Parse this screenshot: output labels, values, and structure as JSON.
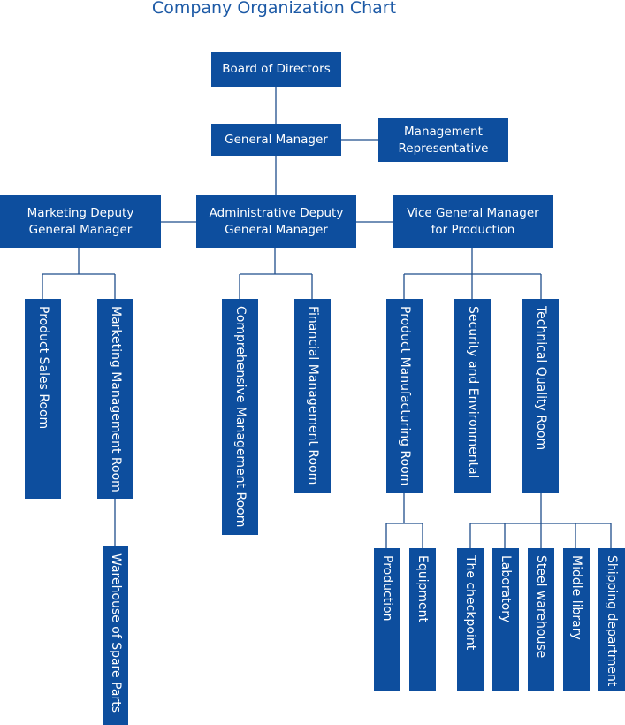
{
  "title": "Company Organization Chart",
  "board": "Board of Directors",
  "general_manager": "General Manager",
  "management_representative": "Management Representative",
  "marketing_deputy": "Marketing Deputy General Manager",
  "admin_deputy": "Administrative Deputy General Manager",
  "vice_production": "Vice General Manager for Production",
  "product_sales_room": "Product Sales Room",
  "marketing_management_room": "Marketing Management Room",
  "warehouse_spare_parts": "Warehouse of Spare Parts",
  "comprehensive_management_room": "Comprehensive Management Room",
  "financial_management_room": "Financial Management Room",
  "product_manufacturing_room": "Product Manufacturing Room",
  "security_environmental": "Security and Environmental",
  "technical_quality_room": "Technical Quality Room",
  "production": "Production",
  "equipment": "Equipment",
  "checkpoint": "The checkpoint",
  "laboratory": "Laboratory",
  "steel_warehouse": "Steel warehouse",
  "middle_library": "Middle library",
  "shipping_department": "Shipping department"
}
